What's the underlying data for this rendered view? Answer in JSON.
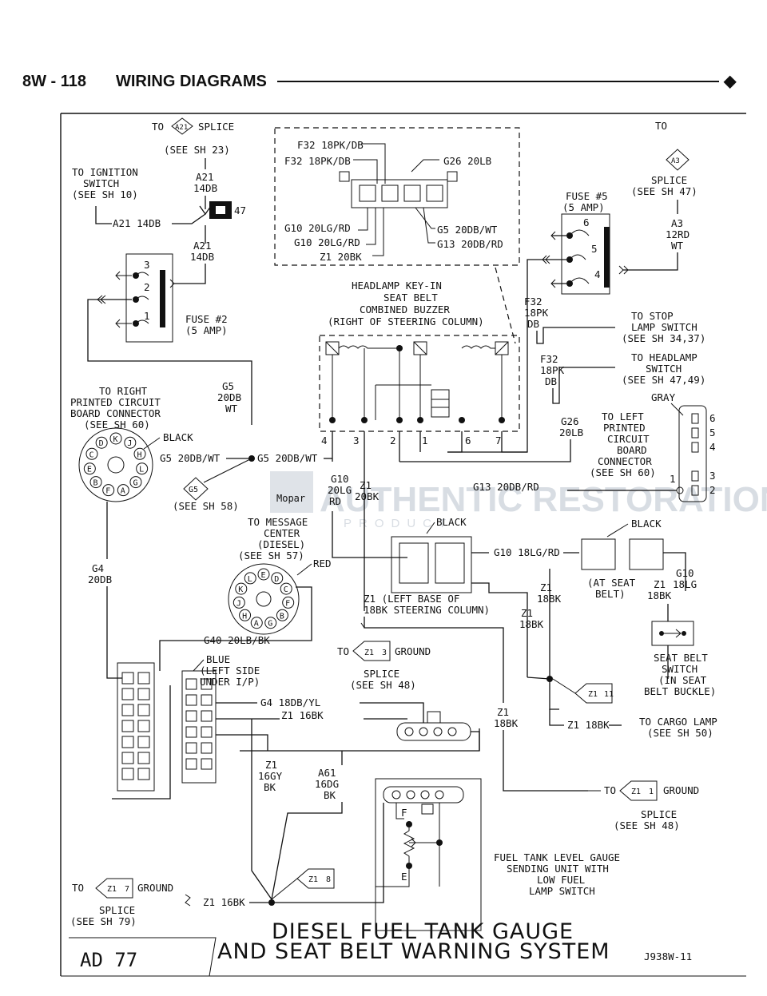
{
  "header": {
    "page": "8W - 118",
    "title": "WIRING DIAGRAMS",
    "mark": "◆"
  },
  "title": {
    "line1": "DIESEL FUEL TANK GAUGE",
    "line2": "AND SEAT BELT WARNING SYSTEM"
  },
  "footer": {
    "code": "J938W-11",
    "ad": "AD 77"
  },
  "watermark": {
    "main": "AUTHENTIC RESTORATION",
    "sub": "PRODUCT",
    "brand": "Mopar"
  },
  "labels": {
    "a21_splice": [
      "TO",
      "A21",
      "SPLICE",
      "(SEE SH 23)"
    ],
    "ign": [
      "TO IGNITION",
      "SWITCH",
      "(SEE SH 10)"
    ],
    "a21_14db": "A21 14DB",
    "a21_1": [
      "A21",
      "14DB"
    ],
    "a21_2": [
      "A21",
      "14DB"
    ],
    "fuse47": "47",
    "fuse2": [
      "FUSE #2",
      "(5 AMP)"
    ],
    "fuse_cav": [
      "3",
      "2",
      "1"
    ],
    "f32a": "F32 18PK/DB",
    "f32b": "F32 18PK/DB",
    "g26": "G26 20LB",
    "g10a": "G10 20LG/RD",
    "g10b": "G10 20LG/RD",
    "z1": "Z1 20BK",
    "g5": "G5 20DB/WT",
    "g13": "G13 20DB/RD",
    "a3_splice": [
      "TO",
      "A3",
      "SPLICE",
      "(SEE SH 47)"
    ],
    "a3_wire": [
      "A3",
      "12RD",
      "WT"
    ],
    "fuse5": [
      "FUSE #5",
      "(5 AMP)"
    ],
    "fuse5_cav": [
      "6",
      "5",
      "4"
    ],
    "buzzer": [
      "HEADLAMP KEY-IN",
      "SEAT BELT",
      "COMBINED BUZZER",
      "(RIGHT OF STEERING COLUMN)"
    ],
    "f32_1": [
      "F32",
      "18PK",
      "DB"
    ],
    "f32_2": [
      "F32",
      "18PK",
      "DB"
    ],
    "stop": [
      "TO STOP",
      "LAMP SWITCH",
      "(SEE SH 34,37)"
    ],
    "headlamp": [
      "TO HEADLAMP",
      "SWITCH",
      "(SEE SH 47,49)"
    ],
    "g26b": [
      "G26",
      "20LB"
    ],
    "gray": "GRAY",
    "left_pcb": [
      "TO LEFT",
      "PRINTED",
      "CIRCUIT",
      "BOARD",
      "CONNECTOR",
      "(SEE SH 60)"
    ],
    "conn_pins": [
      "6",
      "5",
      "4",
      "3",
      "2",
      "1"
    ],
    "right_pcb": [
      "TO RIGHT",
      "PRINTED CIRCUIT",
      "BOARD CONNECTOR",
      "(SEE SH 60)"
    ],
    "black1": "BLACK",
    "g5_3": [
      "G5",
      "20DB",
      "WT"
    ],
    "g5_wt1": "G5 20DB/WT",
    "g5_wt2": "G5 20DB/WT",
    "g5_splice": "G5",
    "sh58": "(SEE SH 58)",
    "buzz_pins": [
      "4",
      "3",
      "2",
      "1",
      "6",
      "7"
    ],
    "g10c": [
      "G10",
      "20LG",
      "RD"
    ],
    "z1b": [
      "Z1",
      "20BK"
    ],
    "g13b": "G13 20DB/RD",
    "msg": [
      "TO MESSAGE",
      "CENTER",
      "(DIESEL)",
      "(SEE SH 57)"
    ],
    "red": "RED",
    "black2": "BLACK",
    "g10d": "G10 18LG/RD",
    "black3": "BLACK",
    "atseat": [
      "(AT SEAT",
      "BELT)"
    ],
    "z1_18a": [
      "Z1",
      "18BK"
    ],
    "z1_18b": [
      "Z1",
      "18BK"
    ],
    "g10e": [
      "G10",
      "18LG"
    ],
    "z1_18c": [
      "Z1",
      "18BK"
    ],
    "steer": [
      "Z1   (LEFT BASE OF",
      "18BK  STEERING COLUMN)"
    ],
    "g4": [
      "G4",
      "20DB"
    ],
    "g40": "G40 20LB/BK",
    "seatsw": [
      "SEAT BELT",
      "SWITCH",
      "(IN SEAT",
      "BELT BUCKLE)"
    ],
    "z13": [
      "TO",
      "Z1",
      "3",
      "GROUND",
      "SPLICE",
      "(SEE SH 48)"
    ],
    "blue": [
      "BLUE",
      "(LEFT SIDE",
      "UNDER I/P)"
    ],
    "g4b": "G4 18DB/YL",
    "z1_16": "Z1 16BK",
    "z11": "Z1",
    "z11n": "11",
    "z1_18d": [
      "Z1",
      "18BK"
    ],
    "z1_18e": "Z1 18BK",
    "cargo": [
      "TO CARGO LAMP",
      "(SEE SH 50)"
    ],
    "z1gy": [
      "Z1",
      "16GY",
      "BK"
    ],
    "a61": [
      "A61",
      "16DG",
      "BK"
    ],
    "z1splice": [
      "TO",
      "Z1",
      "1",
      "GROUND",
      "SPLICE",
      "(SEE SH 48)"
    ],
    "fe": [
      "F",
      "E"
    ],
    "sender": [
      "FUEL TANK LEVEL GAUGE",
      "SENDING UNIT WITH",
      "LOW FUEL",
      "LAMP SWITCH"
    ],
    "z17": [
      "TO",
      "Z1",
      "7",
      "GROUND",
      "SPLICE",
      "(SEE SH 79)"
    ],
    "z18": [
      "Z1",
      "8"
    ],
    "z1_16b": "Z1 16BK",
    "conn_letters": [
      "K",
      "J",
      "H",
      "L",
      "G",
      "A",
      "F",
      "B",
      "E",
      "C",
      "D"
    ],
    "msg_letters": [
      "E",
      "D",
      "C",
      "F",
      "B",
      "G",
      "A",
      "H",
      "J",
      "K",
      "L"
    ]
  }
}
